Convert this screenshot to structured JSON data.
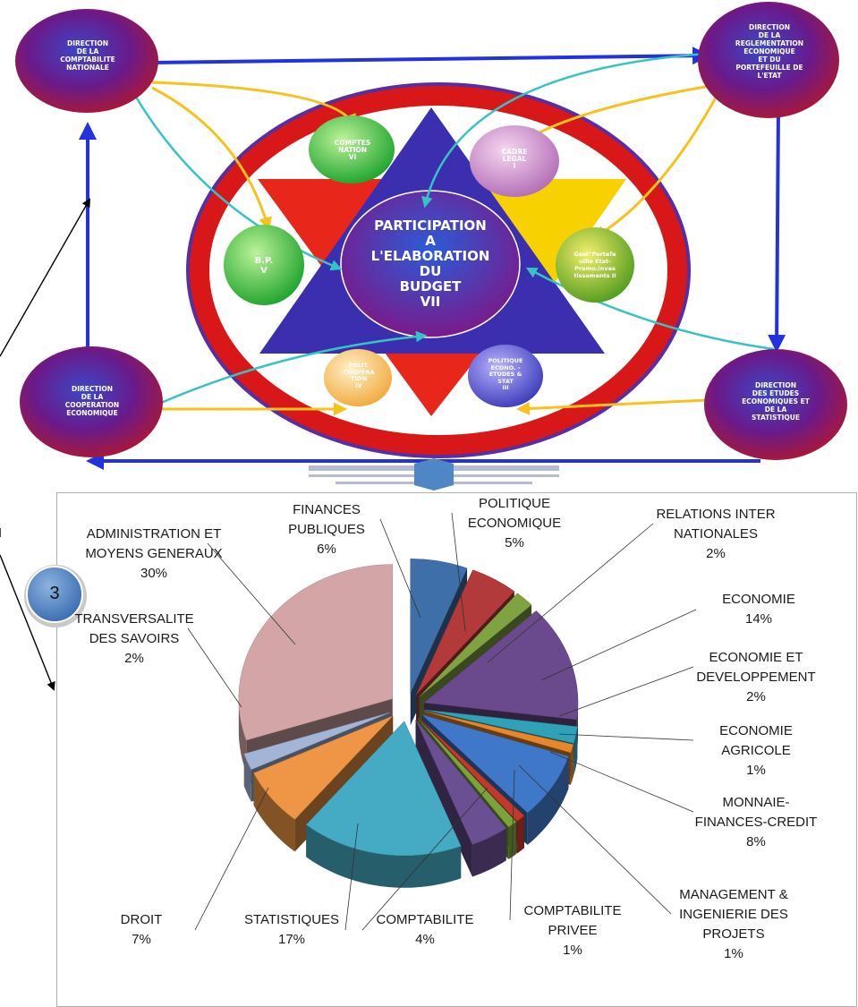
{
  "diagram": {
    "center": "PARTICIPATION\nA\nL'ELABORATION\nDU\nBUDGET\nVII",
    "directions": {
      "top_left": "DIRECTION\nDE LA\nCOMPTABILITE\nNATIONALE",
      "top_right": "DIRECTION\nDE LA\nREGLEMENTATION\nECONOMIQUE\nET DU\nPORTEFEUILLE DE\nL'ETAT",
      "bottom_left": "DIRECTION\nDE LA\nCOOPERATION\nECONOMIQUE",
      "bottom_right": "DIRECTION\nDES ETUDES\nECONOMIQUES ET\nDE LA\nSTATISTIQUE"
    },
    "nodes": {
      "comptes": "COMPTES\nNATION\nVI",
      "cadre": "CADRE\nLEGAL\nI",
      "bp": "B.P.\nV",
      "gest": "Gest°Portefe\nuille Etat-\nPromo.Inves\ntissements II",
      "coop": "POLIT.\nCOOPERA\nTION\nIV",
      "pol": "POLITIQUE\nECONO. -\nETUDES &\nSTAT\nIII"
    },
    "colors": {
      "direction": "#6a1a8a",
      "ring": "#d81818",
      "triangle_blue": "#3b2fb0",
      "triangle_red": "#e8261a",
      "triangle_yellow": "#f7d200",
      "arrow_blue": "#2233dd",
      "arrow_yellow": "#f6c21b",
      "arrow_cyan": "#35c4c4"
    }
  },
  "badge": {
    "number": "3"
  },
  "chart_data": {
    "type": "pie",
    "exploded": true,
    "style": "3d",
    "slices": [
      {
        "label": "FINANCES\nPUBLIQUES",
        "pct": "6%",
        "value": 6,
        "color": "#3f6fa8"
      },
      {
        "label": "POLITIQUE\nECONOMIQUE",
        "pct": "5%",
        "value": 5,
        "color": "#b23a3a"
      },
      {
        "label": "RELATIONS INTER\nNATIONALES",
        "pct": "2%",
        "value": 2,
        "color": "#7ea340"
      },
      {
        "label": "ECONOMIE",
        "pct": "14%",
        "value": 14,
        "color": "#6a4a8c"
      },
      {
        "label": "ECONOMIE ET\nDEVELOPPEMENT",
        "pct": "2%",
        "value": 2,
        "color": "#2fa2b8"
      },
      {
        "label": "ECONOMIE\nAGRICOLE",
        "pct": "1%",
        "value": 1,
        "color": "#e8862b"
      },
      {
        "label": "MONNAIE-\nFINANCES-CREDIT",
        "pct": "8%",
        "value": 8,
        "color": "#3f78c8"
      },
      {
        "label": "MANAGEMENT &\nINGENIERIE DES\nPROJETS",
        "pct": "1%",
        "value": 1,
        "color": "#c0392b"
      },
      {
        "label": "COMPTABILITE\nPRIVEE",
        "pct": "1%",
        "value": 1,
        "color": "#7aa23d"
      },
      {
        "label": "COMPTABILITE",
        "pct": "4%",
        "value": 4,
        "color": "#6b4f93"
      },
      {
        "label": "STATISTIQUES",
        "pct": "17%",
        "value": 17,
        "color": "#45aac4"
      },
      {
        "label": "DROIT",
        "pct": "7%",
        "value": 7,
        "color": "#ee9645"
      },
      {
        "label": "TRANSVERSALITE\nDES SAVOIRS",
        "pct": "2%",
        "value": 2,
        "color": "#a3b5d6"
      },
      {
        "label": "ADMINISTRATION ET\nMOYENS GENERAUX",
        "pct": "30%",
        "value": 30,
        "color": "#d3a5a7"
      }
    ]
  }
}
